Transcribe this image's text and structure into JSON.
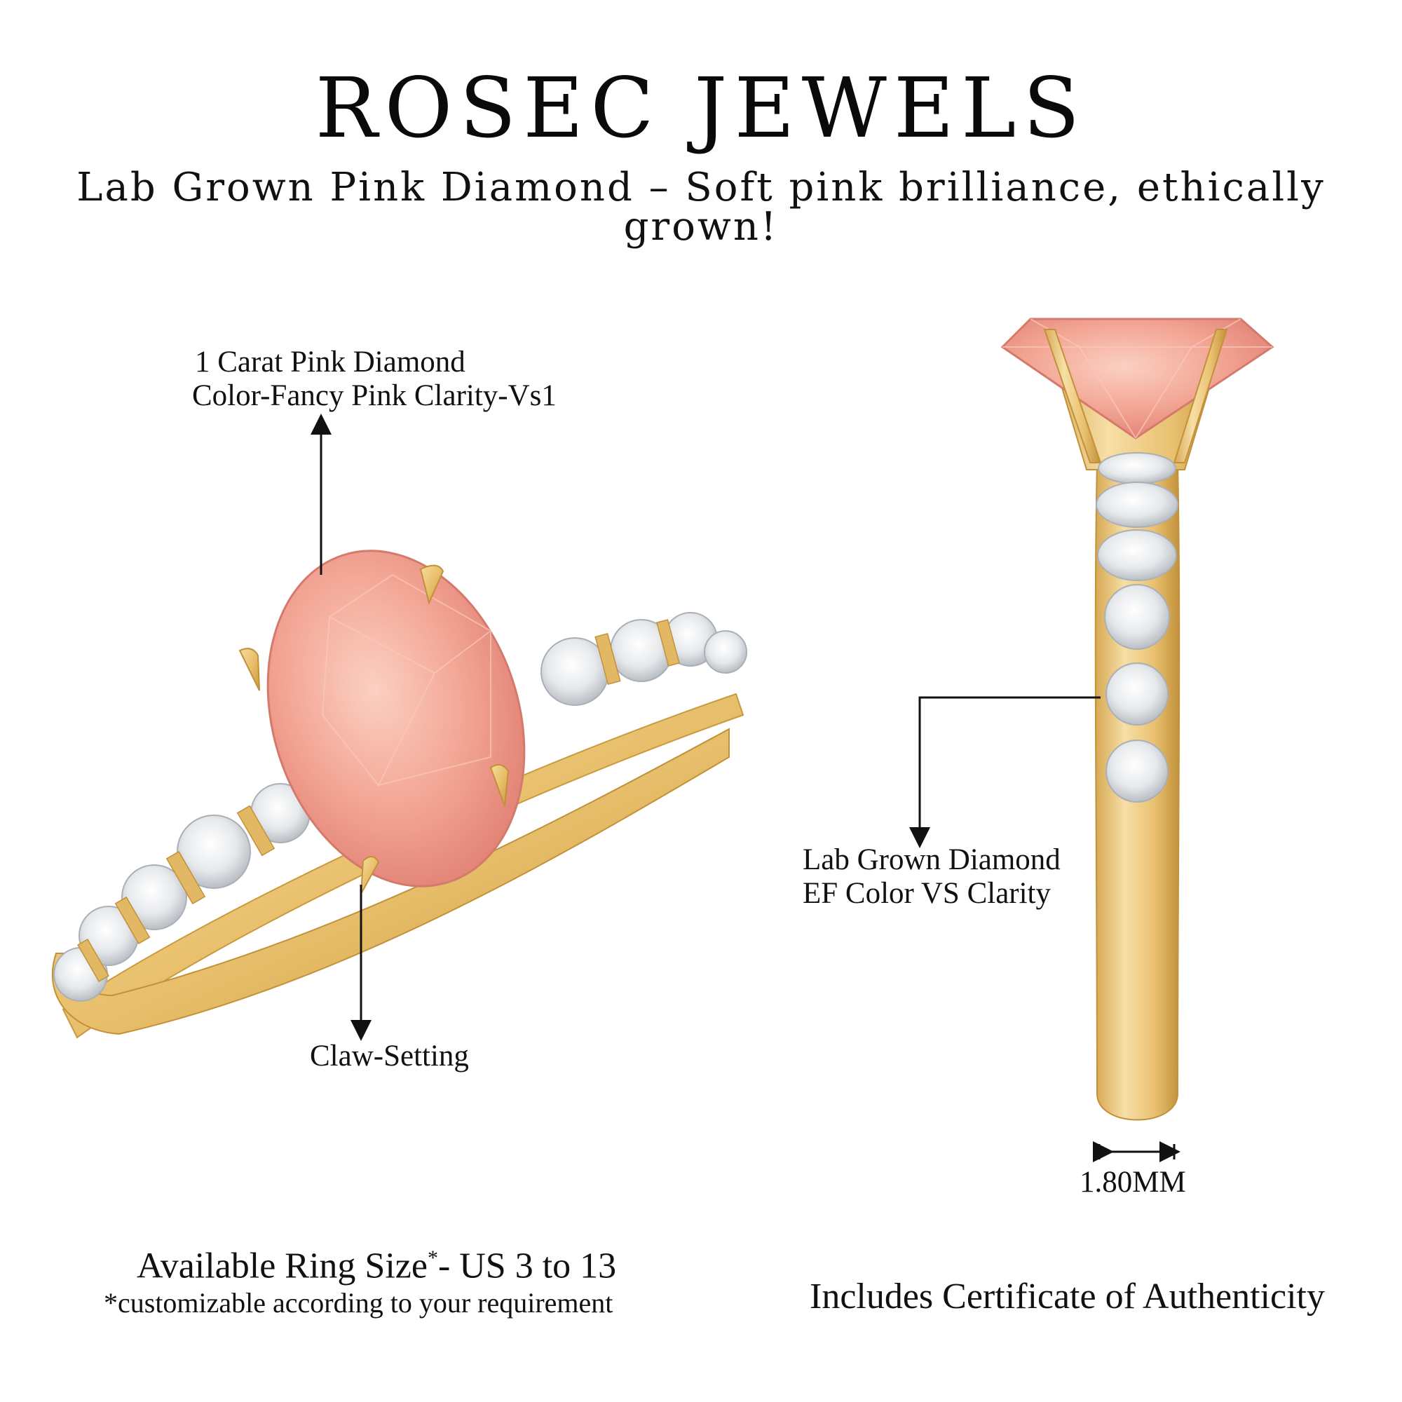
{
  "header": {
    "brand": "ROSEC JEWELS",
    "tagline": "Lab Grown Pink Diamond – Soft pink brilliance, ethically grown!"
  },
  "callouts": {
    "center_stone": {
      "line1": "1 Carat Pink Diamond",
      "line2": "Color-Fancy Pink Clarity-Vs1"
    },
    "setting": "Claw-Setting",
    "side_stones": {
      "line1": "Lab Grown Diamond",
      "line2": "EF Color VS Clarity"
    },
    "band_width": "1.80MM"
  },
  "footer": {
    "ring_size": "Available Ring Size",
    "ring_size_star": "*",
    "ring_size_range": "- US 3 to 13",
    "customizable": "*customizable according to your requirement",
    "certificate": "Includes Certificate of Authenticity"
  },
  "colors": {
    "gold": "#e9c170",
    "gold_dark": "#c99a3e",
    "pink_stone": "#f2a593",
    "white_stone": "#eef0f2",
    "text": "#111111"
  }
}
